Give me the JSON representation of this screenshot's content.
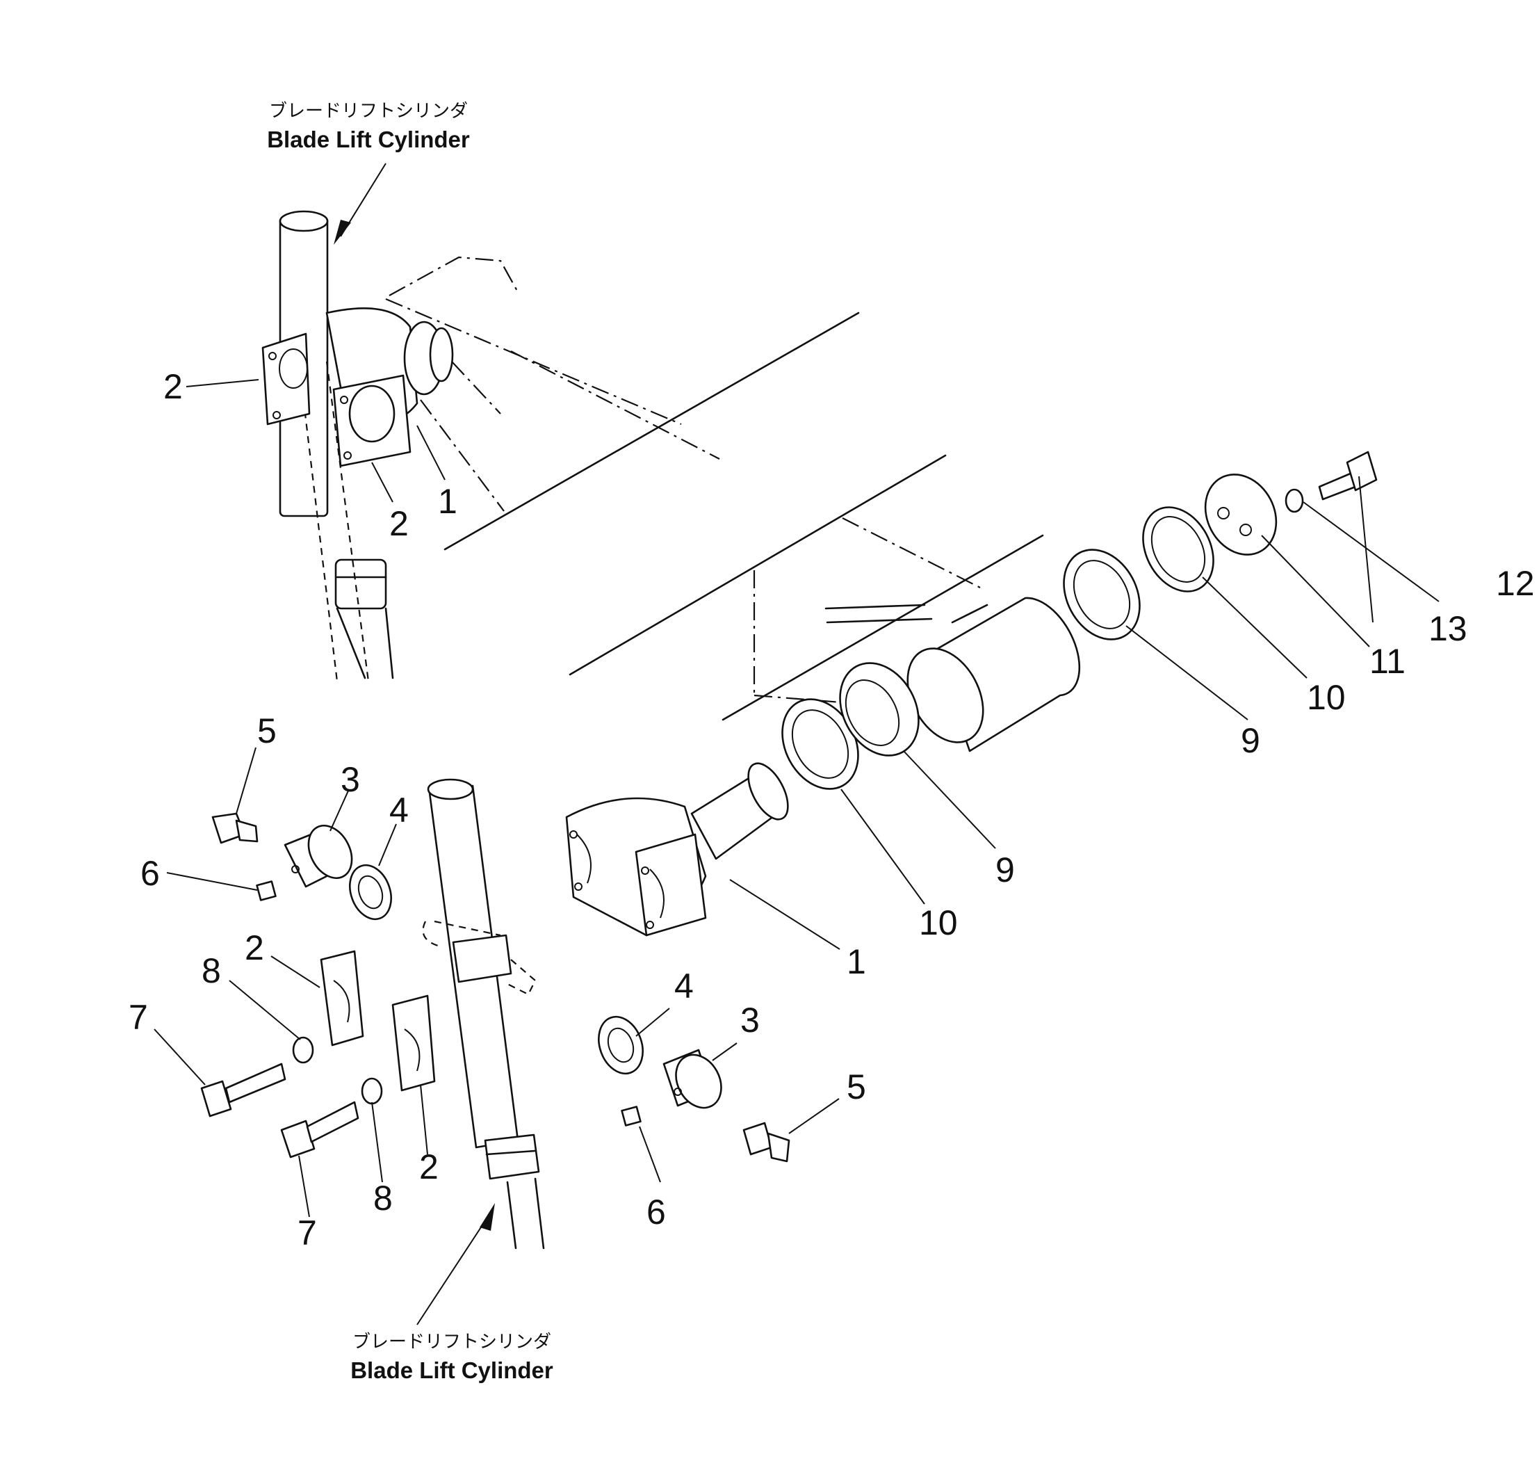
{
  "captions": {
    "top": {
      "jp": "ブレードリフトシリンダ",
      "en": "Blade Lift Cylinder"
    },
    "bottom": {
      "jp": "ブレードリフトシリンダ",
      "en": "Blade Lift Cylinder"
    }
  },
  "callouts": {
    "c1": "2",
    "c2": "1",
    "c3": "2",
    "c4": "12",
    "c5": "13",
    "c6": "11",
    "c7": "10",
    "c8": "9",
    "c9": "5",
    "c10": "3",
    "c11": "4",
    "c12": "6",
    "c13": "2",
    "c14": "8",
    "c15": "7",
    "c16": "2",
    "c17": "8",
    "c18": "7",
    "c19": "9",
    "c20": "10",
    "c21": "1",
    "c22": "4",
    "c23": "3",
    "c24": "5",
    "c25": "6"
  }
}
